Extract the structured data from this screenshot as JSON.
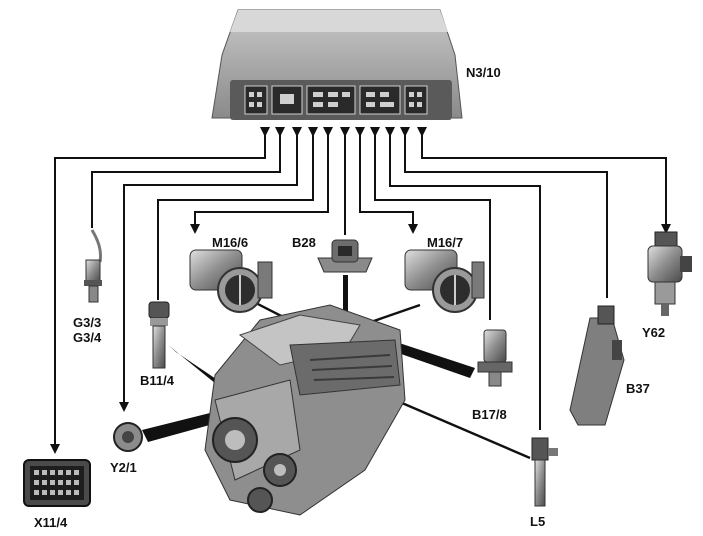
{
  "labels": {
    "ecu": "N3/10",
    "throttle_left": "M16/6",
    "pressure_sensor": "B28",
    "throttle_right": "M16/7",
    "o2_sensor_1": "G3/3",
    "o2_sensor_2": "G3/4",
    "sensor_b114": "B11/4",
    "sensor_b178": "B17/8",
    "injector": "Y62",
    "pedal_sensor": "B37",
    "pulley": "Y2/1",
    "connector": "X11/4",
    "fuel_pump": "L5"
  },
  "colors": {
    "line": "#111111",
    "ecu_body": "#9a9a9a",
    "component": "#7d7d7d"
  }
}
